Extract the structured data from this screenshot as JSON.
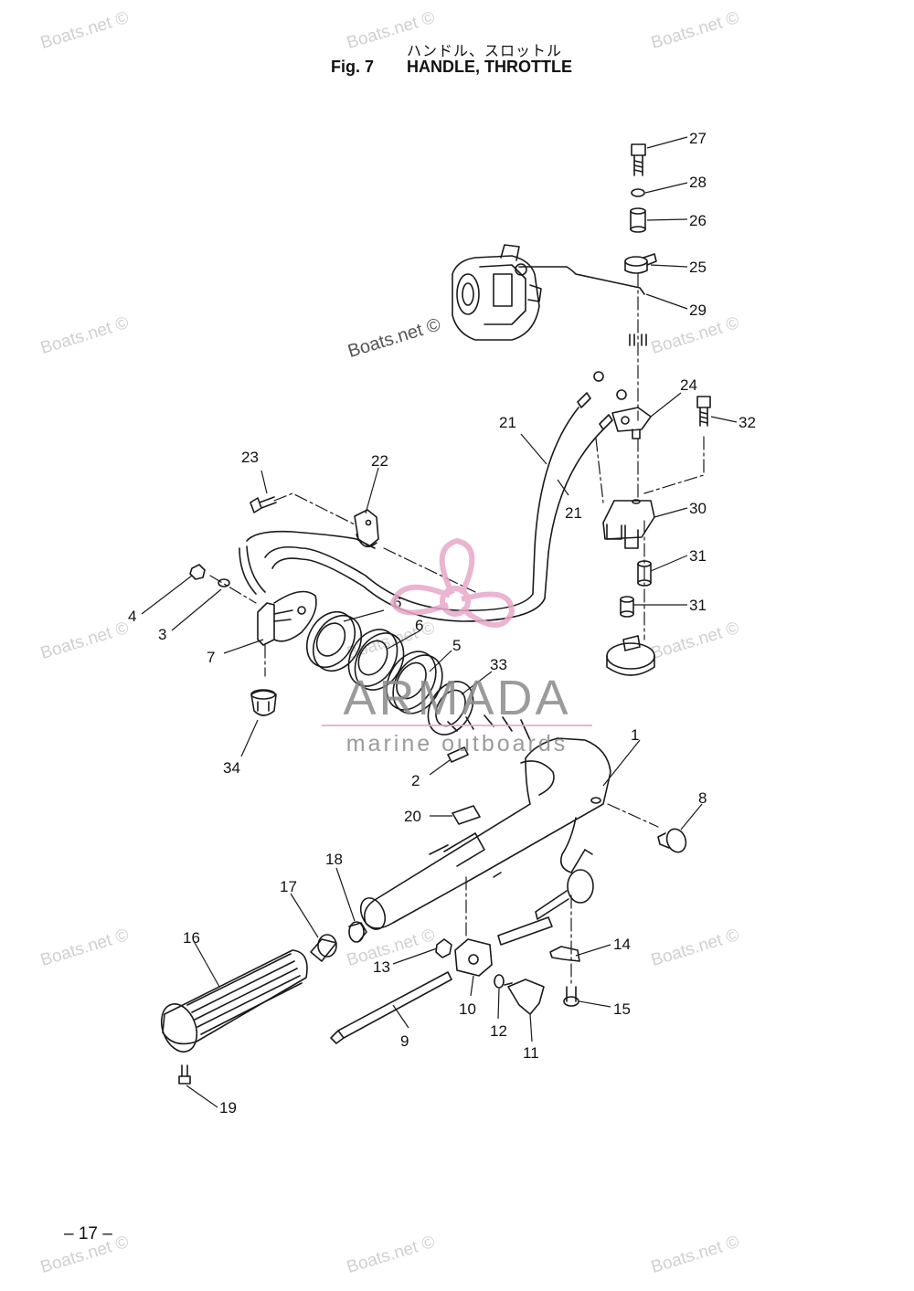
{
  "header": {
    "title_japanese": "ハンドル、スロットル",
    "figure_label": "Fig. 7",
    "title": "HANDLE, THROTTLE"
  },
  "footer": {
    "page_number": "– 17 –"
  },
  "watermark": {
    "text": "Boats.net ©"
  },
  "logo": {
    "brand": "ARMADA",
    "tagline": "marine outboards",
    "accent_color": "#e8a7c9",
    "text_color": "#8a8a8a"
  },
  "callouts": [
    "27",
    "28",
    "26",
    "25",
    "29",
    "24",
    "32",
    "21",
    "21",
    "30",
    "23",
    "22",
    "31",
    "31",
    "4",
    "3",
    "6",
    "6",
    "5",
    "33",
    "7",
    "34",
    "2",
    "1",
    "8",
    "20",
    "18",
    "17",
    "16",
    "13",
    "14",
    "10",
    "12",
    "11",
    "9",
    "15",
    "19"
  ],
  "colors": {
    "ink": "#1a1a1a",
    "watermark": "#d0d0d0"
  }
}
